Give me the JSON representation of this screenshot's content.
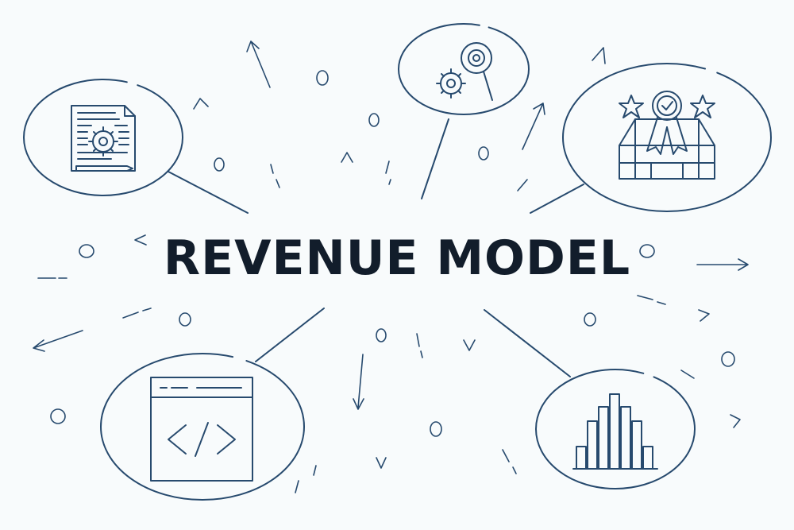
{
  "title": "REVENUE MODEL",
  "colors": {
    "line": "#274a6e",
    "title": "#121d2b",
    "background": "#f8fbfc"
  },
  "nodes": [
    {
      "id": "document",
      "icon": "document-gear-icon"
    },
    {
      "id": "process",
      "icon": "gears-magnifier-icon"
    },
    {
      "id": "award",
      "icon": "award-box-stars-icon"
    },
    {
      "id": "code",
      "icon": "code-window-icon"
    },
    {
      "id": "chart",
      "icon": "bar-chart-icon"
    }
  ]
}
